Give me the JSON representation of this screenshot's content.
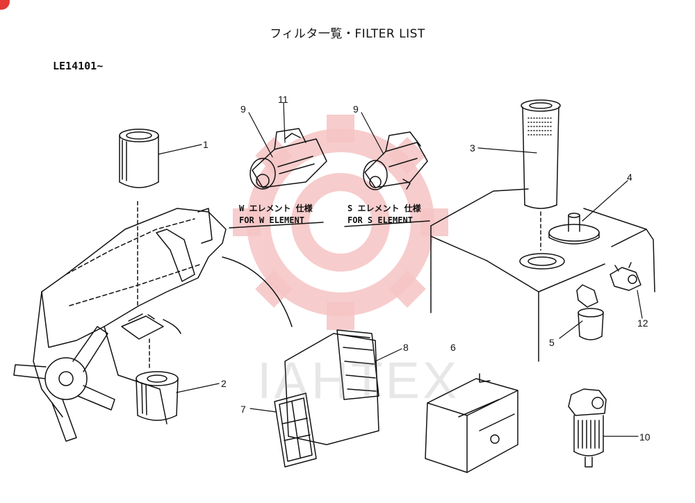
{
  "title": "フィルタ一覧・FILTER LIST",
  "serial_range": "LE14101~",
  "notes": {
    "w_element_jp": "W エレメント 仕様",
    "w_element_en": "FOR W ELEMENT",
    "s_element_jp": "S エレメント 仕様",
    "s_element_en": "FOR S ELEMENT"
  },
  "callouts": {
    "c1": "1",
    "c2": "2",
    "c3": "3",
    "c4": "4",
    "c5": "5",
    "c6": "6",
    "c7": "7",
    "c8": "8",
    "c9a": "9",
    "c9b": "9",
    "c10": "10",
    "c11": "11",
    "c12": "12"
  },
  "watermark": "IAHTEX",
  "colors": {
    "line": "#111111",
    "watermark_gear": "#f3b9b9",
    "corner_dot": "#e53935"
  }
}
